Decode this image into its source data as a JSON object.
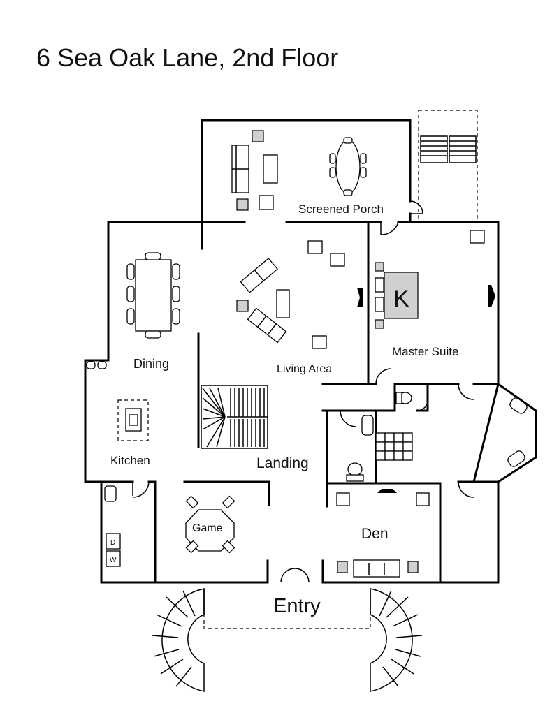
{
  "title": "6 Sea Oak Lane, 2nd Floor",
  "rooms": {
    "screened_porch": "Screened Porch",
    "dining": "Dining",
    "living_area": "Living Area",
    "master_suite": "Master Suite",
    "kitchen": "Kitchen",
    "landing": "Landing",
    "game": "Game",
    "den": "Den",
    "entry": "Entry"
  },
  "marks": {
    "bed": "K",
    "dryer": "D",
    "washer": "W"
  },
  "colors": {
    "wall": "#000000",
    "furniture_fill": "#ffffff",
    "accent_grey": "#d0d0d0"
  }
}
